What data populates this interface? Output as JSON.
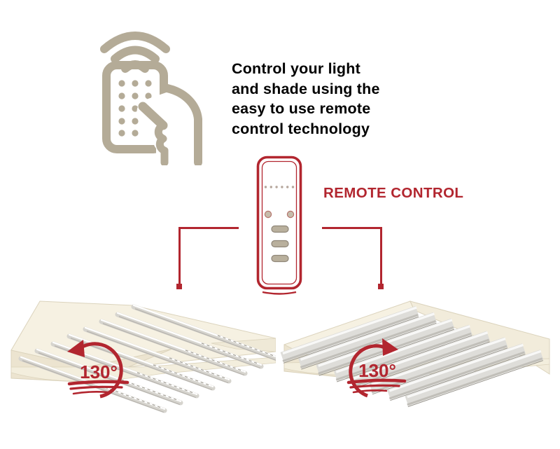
{
  "intro": {
    "lines": [
      "Control your light",
      "and shade using the",
      "easy to use remote",
      "control technology"
    ]
  },
  "remote_section": {
    "label": "REMOTE CONTROL"
  },
  "diagrams": {
    "left": {
      "rotation_label": "130°",
      "state": "louvers-open"
    },
    "right": {
      "rotation_label": "130°",
      "state": "louvers-closed"
    }
  },
  "icons": {
    "hand_remote": "remote-control-hand-icon",
    "signal": "wifi-waves-icon",
    "device": "remote-device-illustration",
    "rotation_left": "rotate-counterclockwise-arrow-icon",
    "rotation_right": "rotate-clockwise-arrow-icon"
  },
  "colors": {
    "accent_red": "#b2262f",
    "icon_beige": "#b4ab97",
    "frame_cream": "#f6f1e2",
    "louver_gray": "#d6d4ce",
    "text_black": "#000000"
  }
}
